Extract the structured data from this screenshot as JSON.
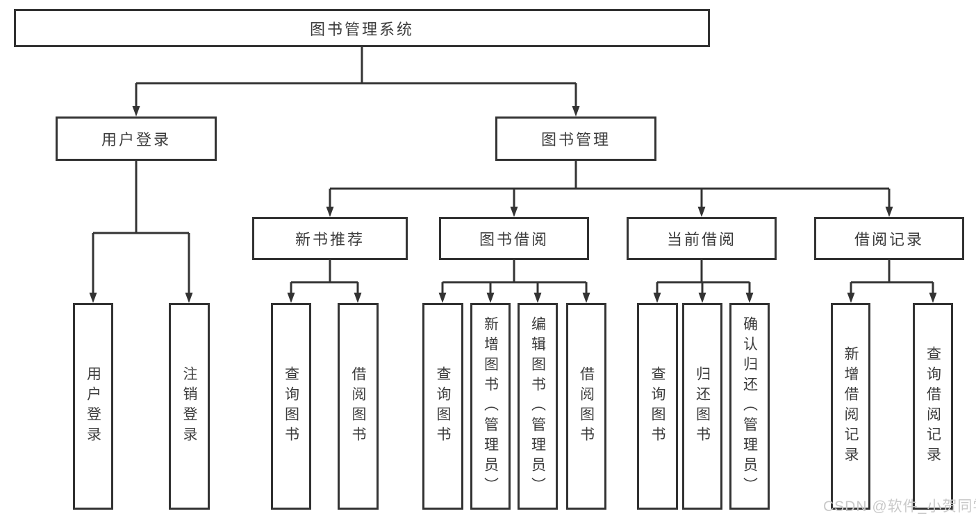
{
  "diagram": {
    "root": {
      "label": "图书管理系统"
    },
    "branches": [
      {
        "label": "用户登录",
        "children": [
          {
            "label": "用户登录"
          },
          {
            "label": "注销登录"
          }
        ]
      },
      {
        "label": "图书管理",
        "children": [
          {
            "label": "新书推荐",
            "children": [
              {
                "label": "查询图书"
              },
              {
                "label": "借阅图书"
              }
            ]
          },
          {
            "label": "图书借阅",
            "children": [
              {
                "label": "查询图书"
              },
              {
                "label": "新增图书（管理员）"
              },
              {
                "label": "编辑图书（管理员）"
              },
              {
                "label": "借阅图书"
              }
            ]
          },
          {
            "label": "当前借阅",
            "children": [
              {
                "label": "查询图书"
              },
              {
                "label": "归还图书"
              },
              {
                "label": "确认归还（管理员）"
              }
            ]
          },
          {
            "label": "借阅记录",
            "children": [
              {
                "label": "新增借阅记录"
              },
              {
                "label": "查询借阅记录"
              }
            ]
          }
        ]
      }
    ]
  },
  "watermark": {
    "text": "CSDN @软件_小贺同学"
  },
  "colors": {
    "line": "#333333",
    "box_border": "#333333",
    "text": "#3c3c3c",
    "watermark": "#c9c9c9",
    "background": "#ffffff"
  }
}
